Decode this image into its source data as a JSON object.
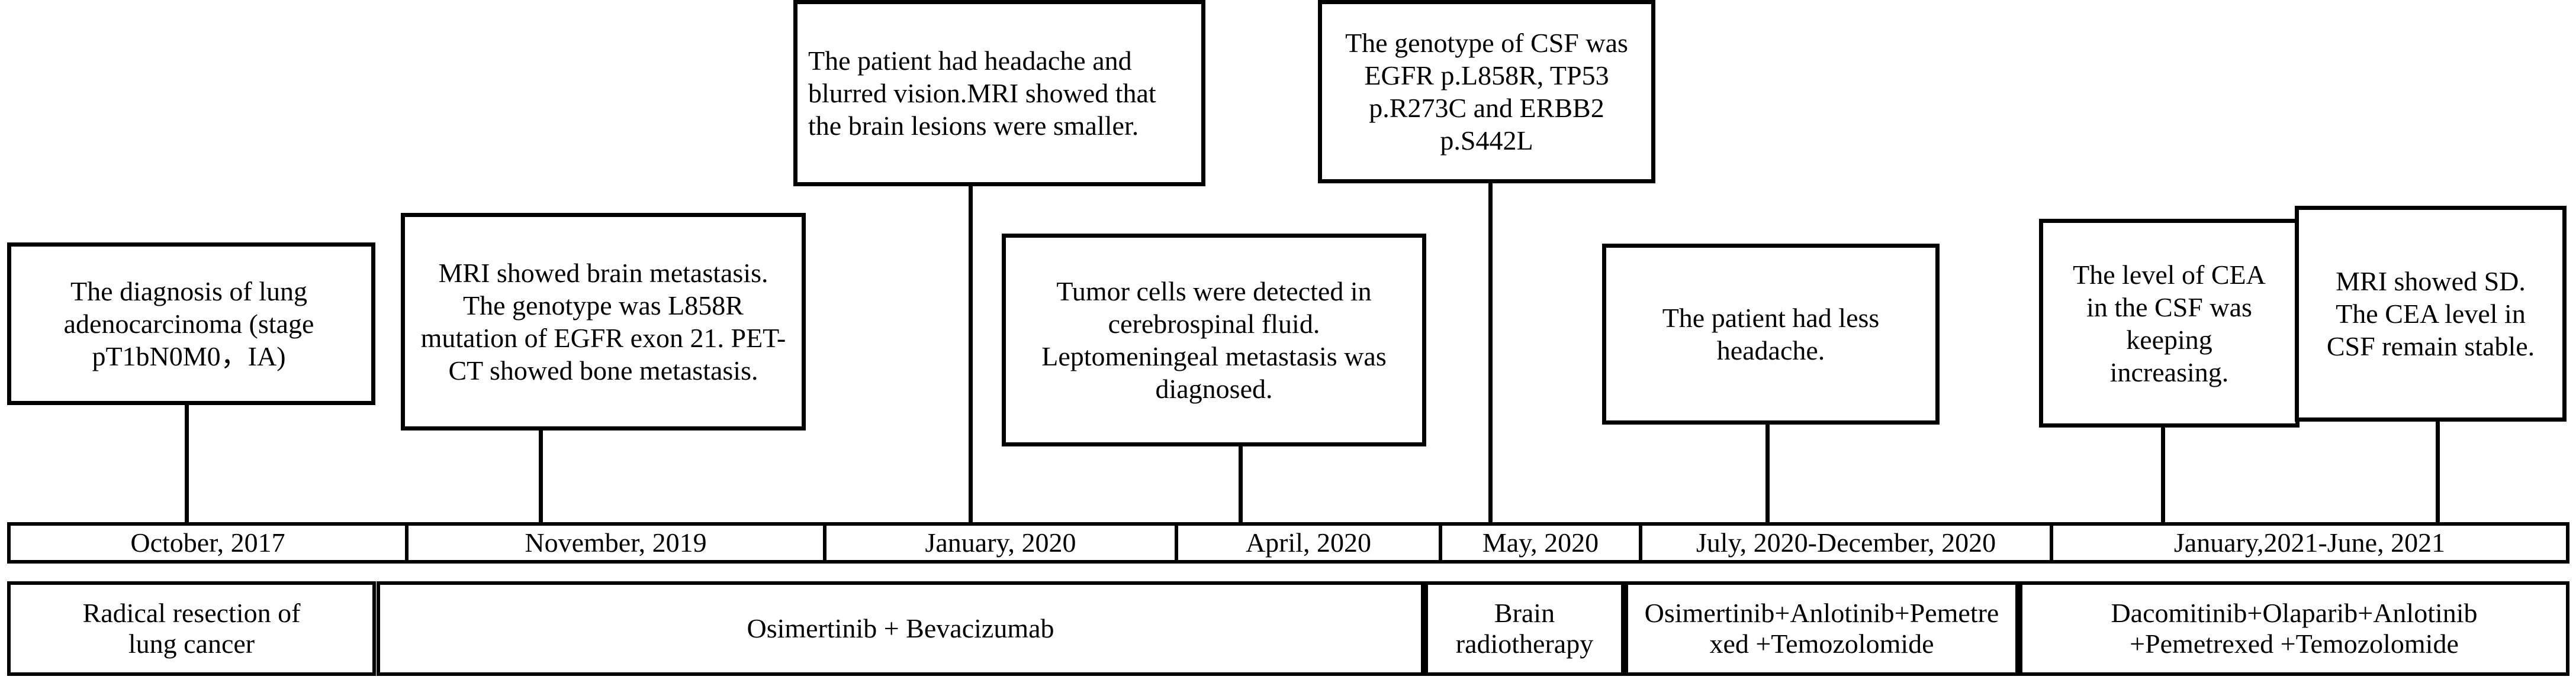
{
  "events": [
    {
      "id": "diagnosis",
      "text": "The diagnosis of lung adenocarcinoma (stage pT1bN0M0，IA)"
    },
    {
      "id": "brain-metastasis",
      "text": "MRI showed brain metastasis. The genotype was L858R mutation of EGFR exon 21. PET-CT showed bone metastasis."
    },
    {
      "id": "headache-vision",
      "text": "The patient had headache and blurred vision.MRI showed that the brain lesions were smaller."
    },
    {
      "id": "tumor-cells-csf",
      "text": "Tumor cells were detected in cerebrospinal fluid. Leptomeningeal metastasis was diagnosed."
    },
    {
      "id": "csf-genotype",
      "text": "The genotype of CSF was EGFR p.L858R, TP53 p.R273C and ERBB2 p.S442L"
    },
    {
      "id": "less-headache",
      "text": "The patient had less headache."
    },
    {
      "id": "cea-increasing",
      "text": "The level of CEA in the CSF was keeping increasing."
    },
    {
      "id": "mri-sd",
      "text": "MRI showed SD. The CEA level in CSF remain stable."
    }
  ],
  "dates": [
    "October, 2017",
    "November, 2019",
    "January, 2020",
    "April, 2020",
    "May, 2020",
    "July, 2020-December, 2020",
    "January,2021-June, 2021"
  ],
  "treatments": [
    "Radical resection of lung cancer",
    "Osimertinib + Bevacizumab",
    "Brain radiotherapy",
    "Osimertinib+Anlotinib+Pemetrexed +Temozolomide",
    "Dacomitinib+Olaparib+Anlotinib +Pemetrexed +Temozolomide"
  ]
}
